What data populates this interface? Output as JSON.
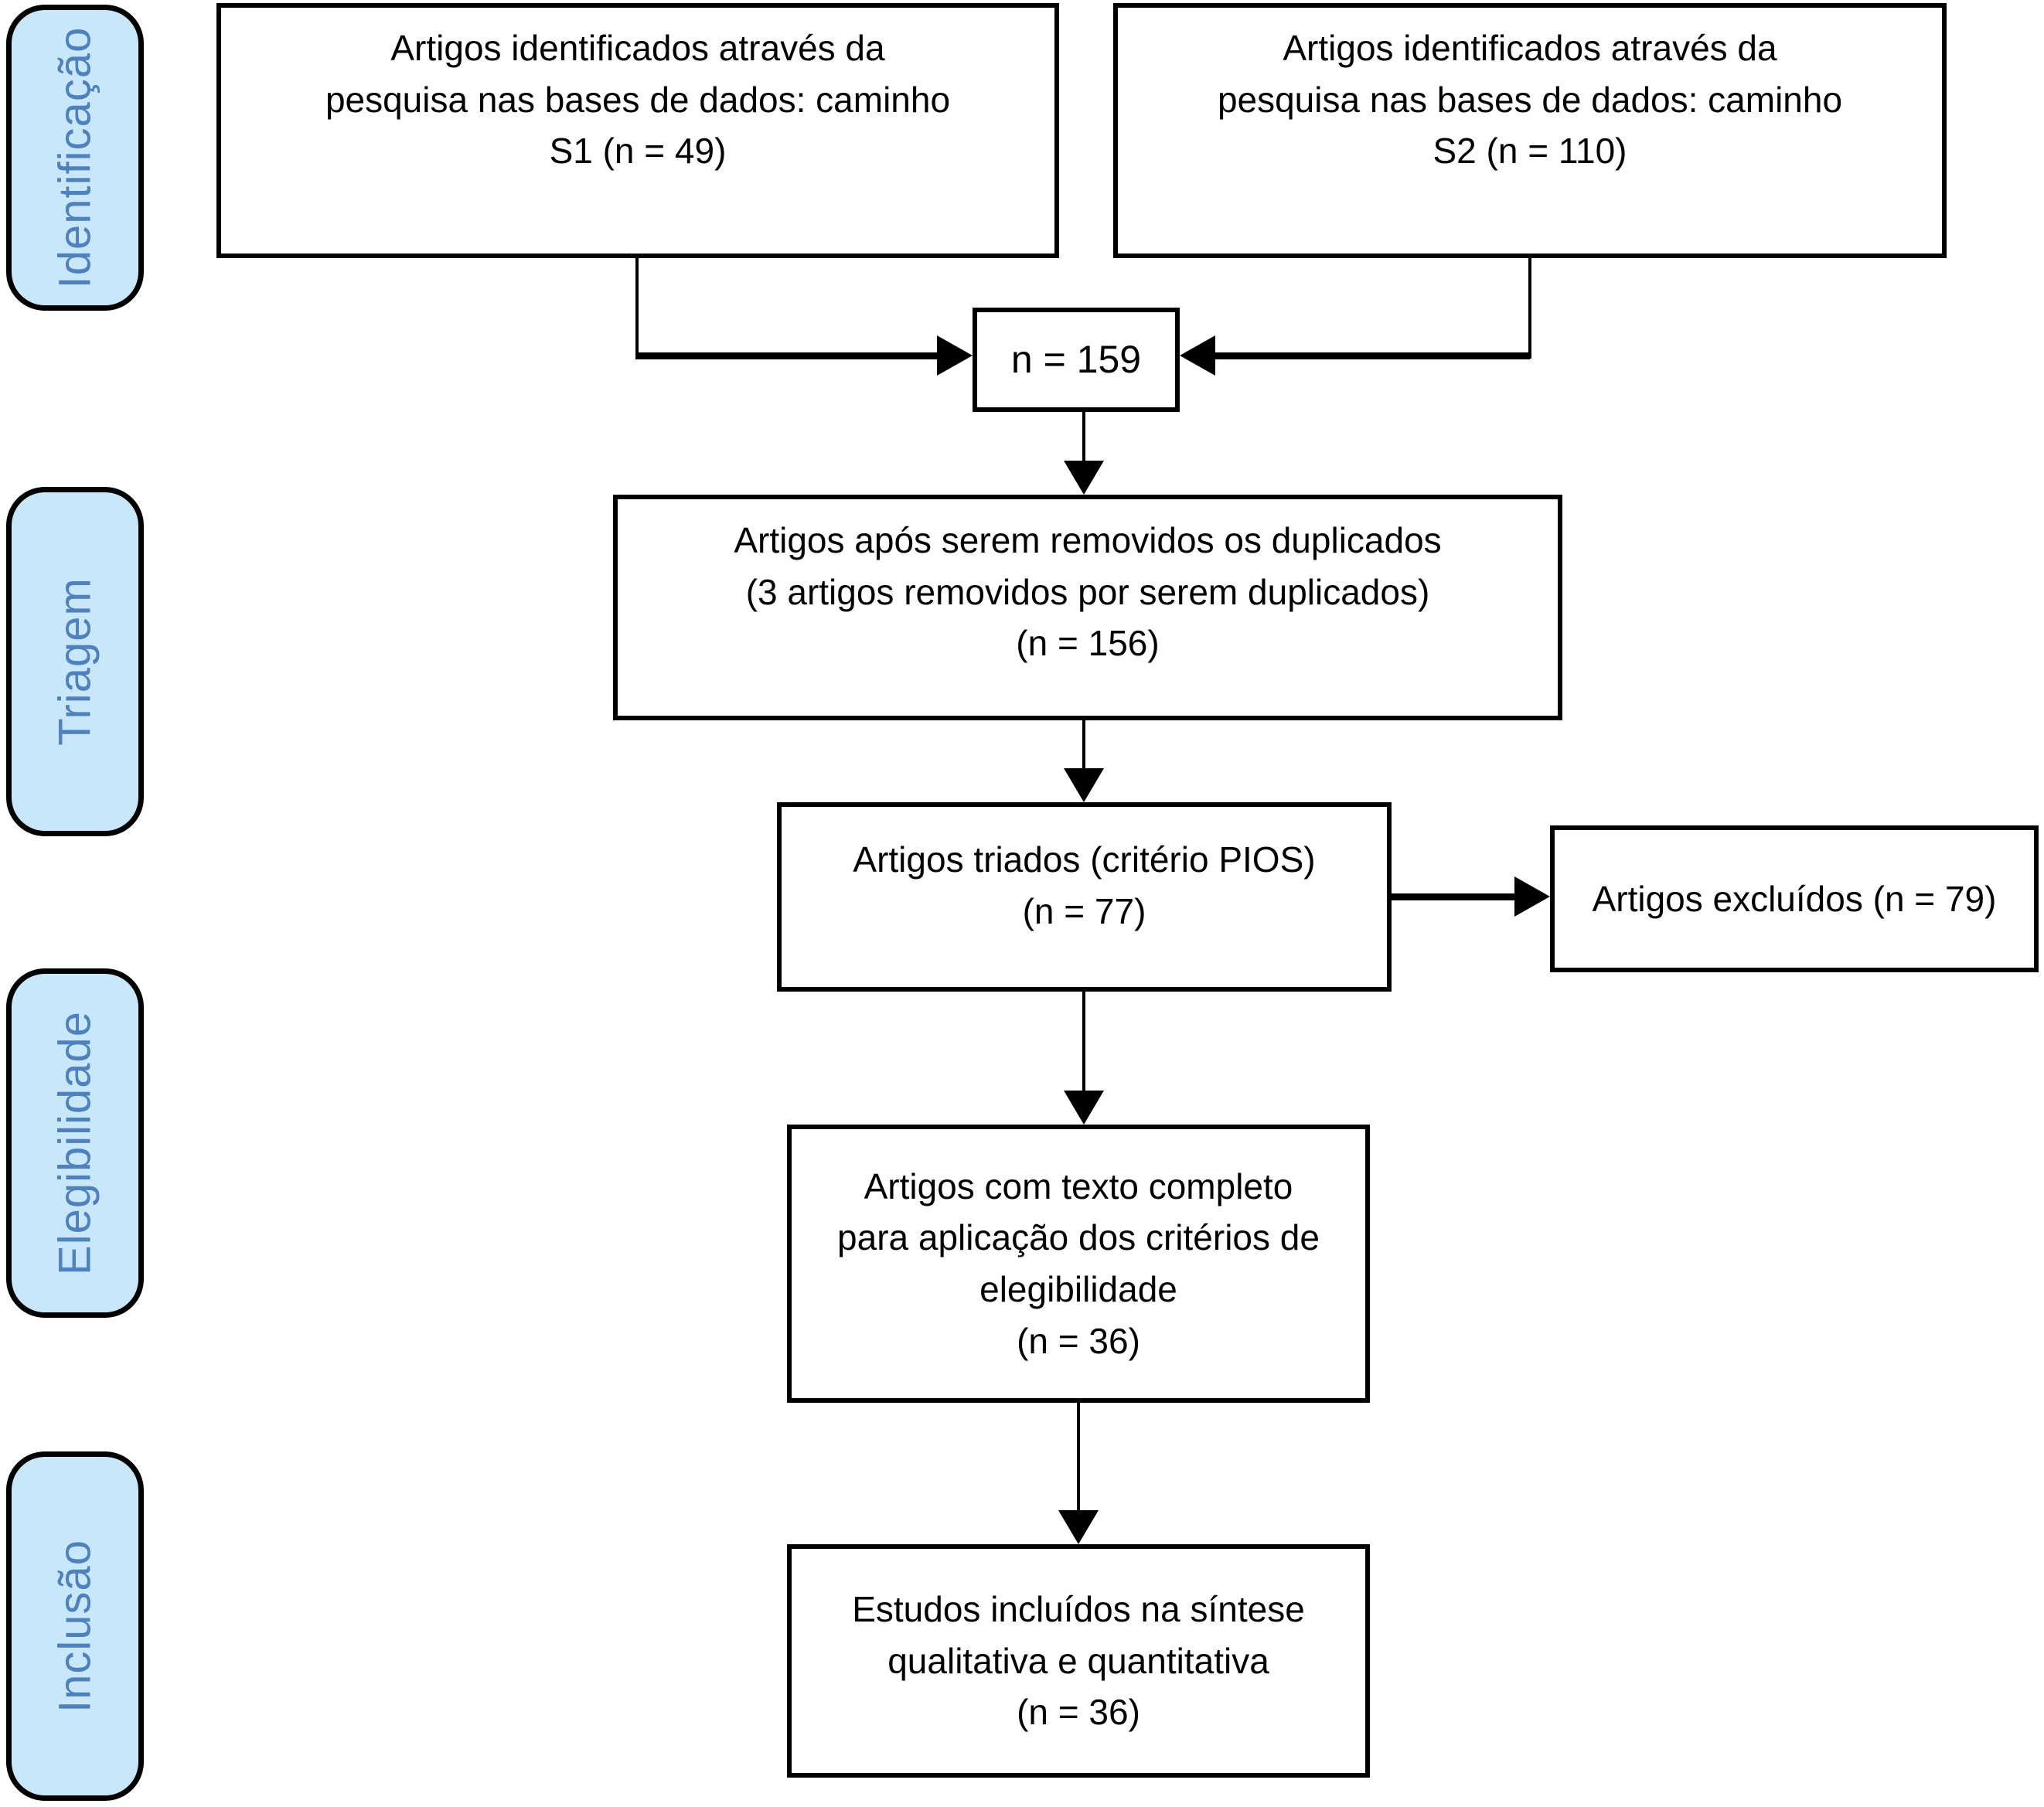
{
  "colors": {
    "background": "#ffffff",
    "stage_fill": "#c9e7fa",
    "stage_text": "#4f81bd",
    "box_fill": "#ffffff",
    "box_border": "#000000",
    "arrow": "#000000"
  },
  "stages": [
    {
      "label": "Identificação"
    },
    {
      "label": "Triagem"
    },
    {
      "label": "Elegibilidade"
    },
    {
      "label": "Inclusão"
    }
  ],
  "boxes": {
    "identified_s1": {
      "lines": [
        "Artigos identificados através da",
        "pesquisa nas bases de dados: caminho",
        "S1 (n = 49)"
      ],
      "n": 49
    },
    "identified_s2": {
      "lines": [
        "Artigos identificados através da",
        "pesquisa nas bases de dados: caminho",
        "S2 (n = 110)"
      ],
      "n": 110
    },
    "pooled": {
      "lines": [
        "n = 159"
      ],
      "n": 159
    },
    "deduplicated": {
      "lines": [
        "Artigos após serem removidos os duplicados",
        "(3 artigos removidos por serem duplicados)",
        "(n = 156)"
      ],
      "n": 156
    },
    "screened": {
      "lines": [
        "Artigos triados (critério PIOS)",
        "(n = 77)"
      ],
      "n": 77
    },
    "excluded": {
      "lines": [
        "Artigos excluídos (n = 79)"
      ],
      "n": 79
    },
    "full_text": {
      "lines": [
        "Artigos com texto completo",
        "para aplicação dos critérios de",
        "elegibilidade",
        "(n = 36)"
      ],
      "n": 36
    },
    "included": {
      "lines": [
        "Estudos incluídos na síntese",
        "qualitativa e quantitativa",
        "(n = 36)"
      ],
      "n": 36
    }
  }
}
